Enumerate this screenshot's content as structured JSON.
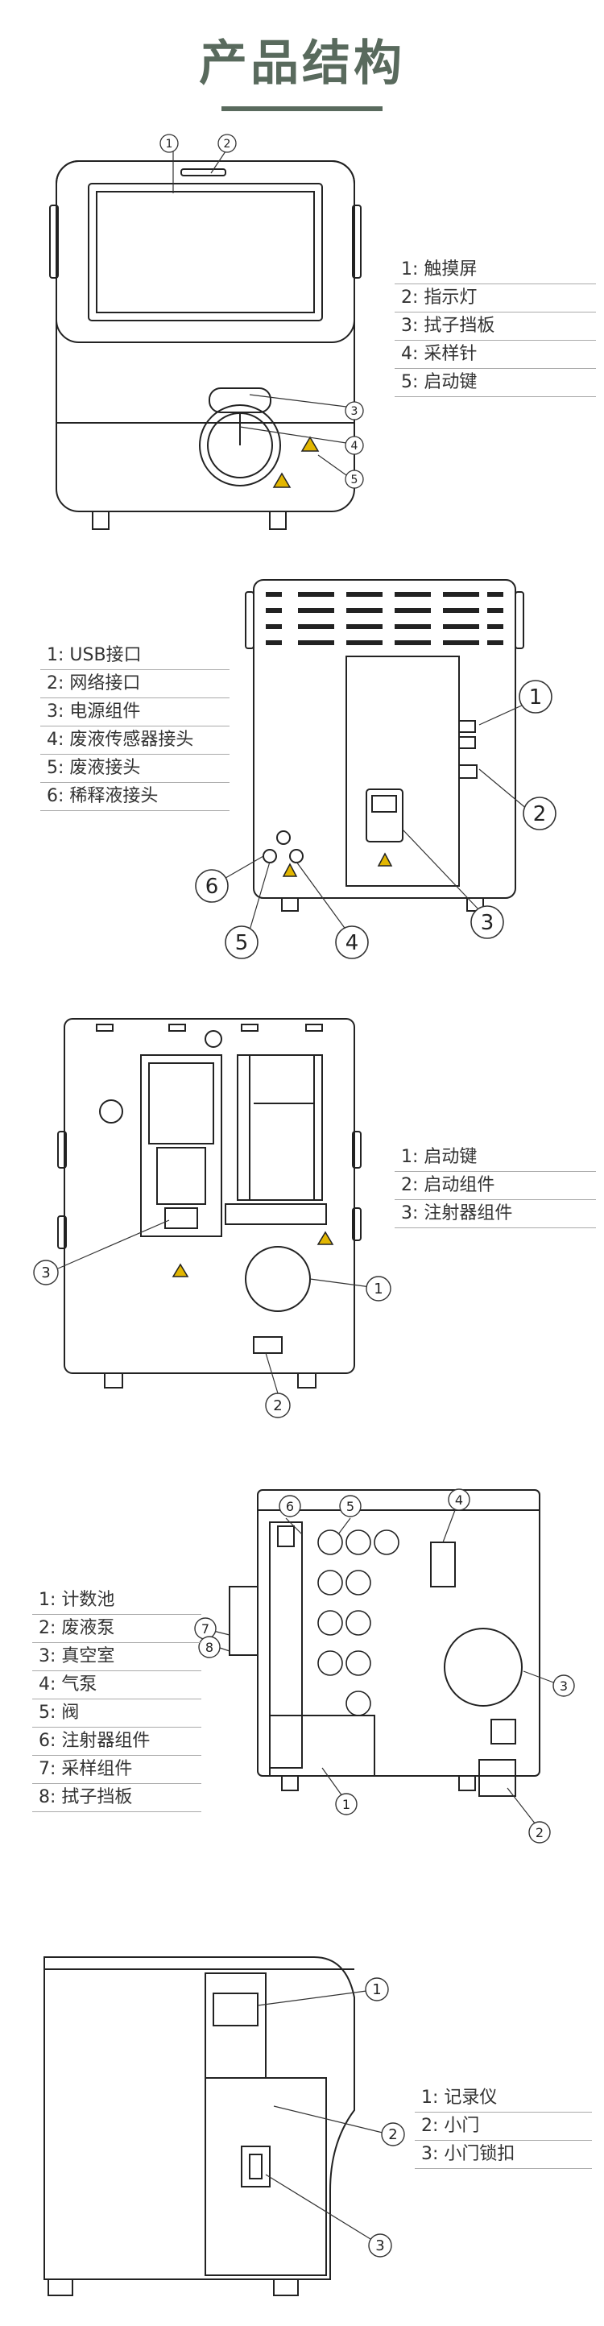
{
  "title": "产品结构",
  "sections": [
    {
      "legend": [
        "1: 触摸屏",
        "2: 指示灯",
        "3: 拭子挡板",
        "4: 采样针",
        "5: 启动键"
      ],
      "callouts": [
        "1",
        "2",
        "3",
        "4",
        "5"
      ]
    },
    {
      "legend": [
        "1: USB接口",
        "2: 网络接口",
        "3: 电源组件",
        "4: 废液传感器接头",
        "5: 废液接头",
        "6: 稀释液接头"
      ],
      "callouts": [
        "1",
        "2",
        "3",
        "4",
        "5",
        "6"
      ]
    },
    {
      "legend": [
        "1: 启动键",
        "2: 启动组件",
        "3: 注射器组件"
      ],
      "callouts": [
        "1",
        "2",
        "3"
      ]
    },
    {
      "legend": [
        "1: 计数池",
        "2: 废液泵",
        "3: 真空室",
        "4: 气泵",
        "5: 阀",
        "6: 注射器组件",
        "7: 采样组件",
        "8: 拭子挡板"
      ],
      "callouts": [
        "1",
        "2",
        "3",
        "4",
        "5",
        "6",
        "7",
        "8"
      ]
    },
    {
      "legend": [
        "1: 记录仪",
        "2: 小门",
        "3: 小门锁扣"
      ],
      "callouts": [
        "1",
        "2",
        "3"
      ]
    }
  ]
}
